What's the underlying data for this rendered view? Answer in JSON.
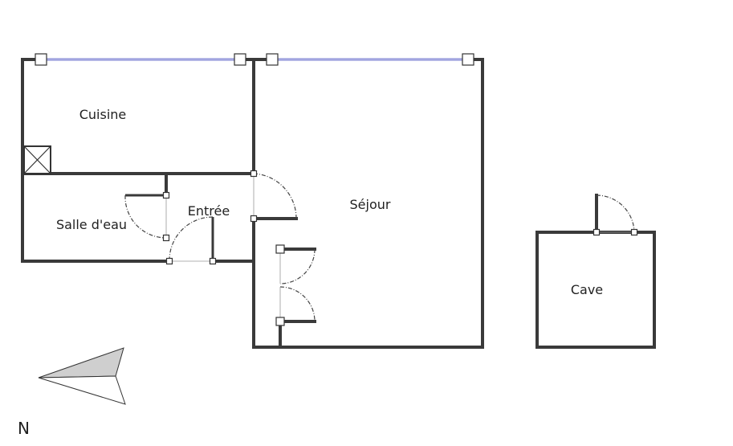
{
  "rooms": {
    "cuisine": "Cuisine",
    "salle_eau": "Salle d'eau",
    "entree": "Entrée",
    "sejour": "Séjour",
    "cave": "Cave"
  },
  "compass": {
    "label": "N",
    "icon": "north-arrow-icon"
  },
  "colors": {
    "wall": "#3a3a3a",
    "window": "#7a7fd0",
    "arrow_fill": "#cfcfcf"
  }
}
